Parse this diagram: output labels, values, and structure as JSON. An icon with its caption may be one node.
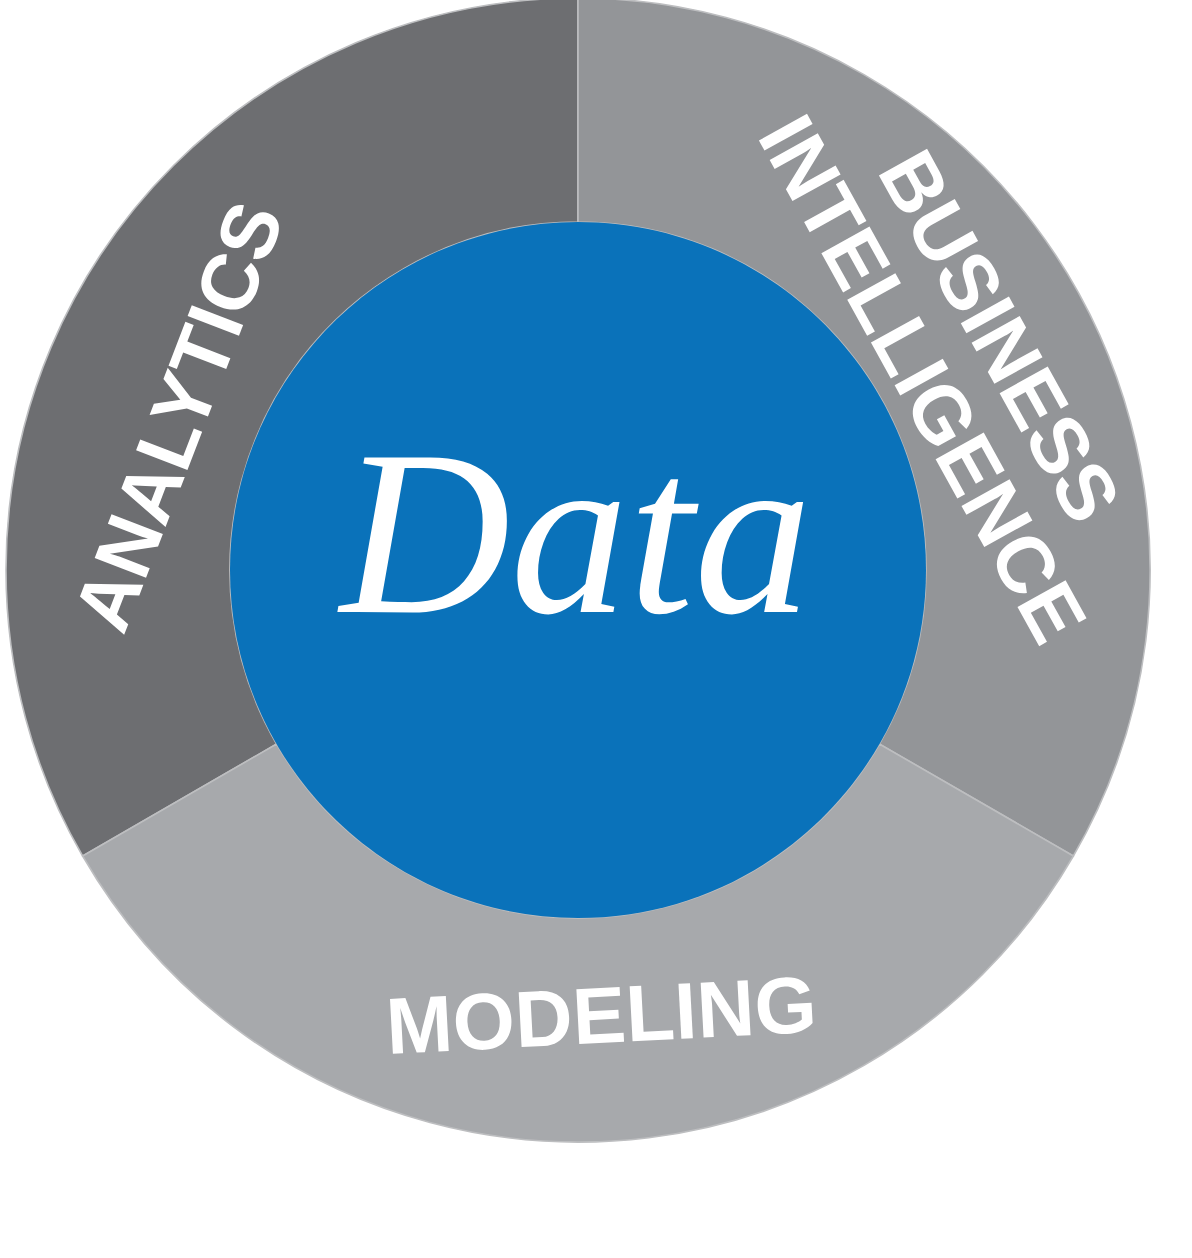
{
  "diagram": {
    "nodes": [
      {
        "text": [
          "ANALYTICS"
        ]
      },
      {
        "text": [
          "BUSINESS INTELLIGENCE"
        ]
      },
      {
        "text": [
          "Data"
        ]
      },
      {
        "text": [
          "MODELING"
        ]
      }
    ]
  }
}
